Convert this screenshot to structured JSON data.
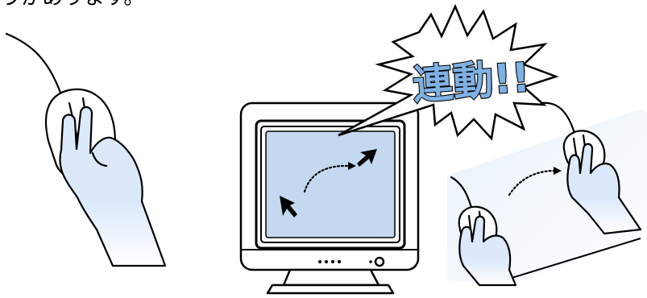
{
  "caption_text": "うかあります。",
  "burst_text": "連動!!",
  "colors": {
    "hand_fill": "#dbe9fb",
    "hand_fade": "#ffffff",
    "screen_fill": "#c4d9f0",
    "burst_text_fill": "#7fb1e4",
    "outline": "#000000"
  },
  "icons": [
    "left-hand-on-mouse",
    "monitor",
    "screen-cursor-arrow",
    "speech-burst",
    "right-hands-on-mice"
  ]
}
